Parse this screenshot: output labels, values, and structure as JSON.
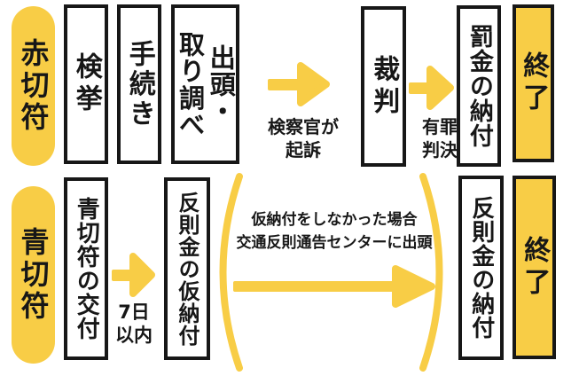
{
  "colors": {
    "accent_yellow": "#F8CD46",
    "text_black": "#171717",
    "box_white": "#FFFFFF"
  },
  "red_row": {
    "label": "赤切符",
    "steps": {
      "arrest": "検挙",
      "procedure": "手続き",
      "appearance_interrogation": "出頭・\n取り調べ",
      "trial": "裁判",
      "fine_payment": "罰金の納付",
      "end": "終了"
    },
    "captions": {
      "prosecution": "検察官が\n起訴",
      "guilty_verdict": "有罪\n判決"
    }
  },
  "blue_row": {
    "label": "青切符",
    "steps": {
      "ticket_issued": "青切符の交付",
      "provisional_payment": "反則金の仮納付",
      "penalty_payment": "反則金の納付",
      "end": "終了"
    },
    "captions": {
      "within_seven_days": "7日\n以内"
    },
    "note": "仮納付をしなかった場合\n交通反則通告センターに出頭"
  }
}
